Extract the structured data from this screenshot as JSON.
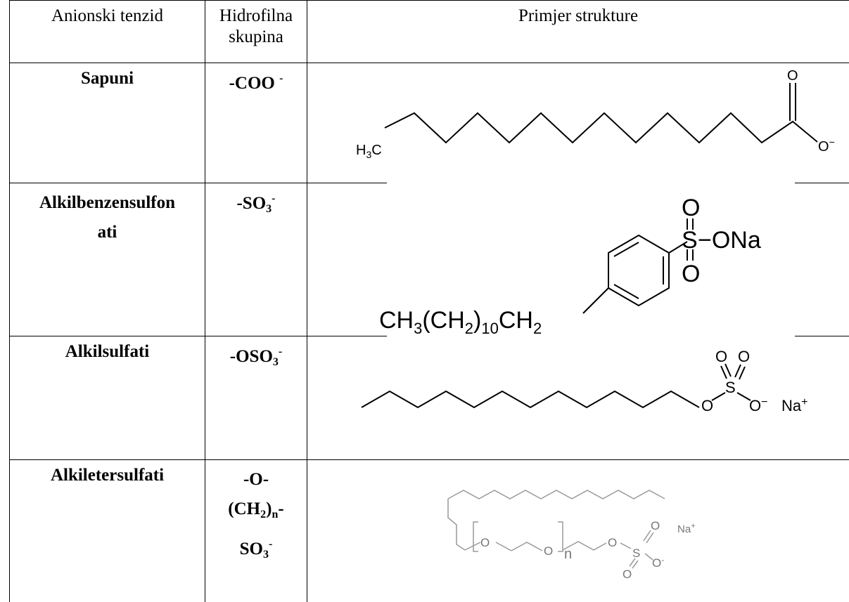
{
  "table": {
    "headers": {
      "col1": "Anionski tenzid",
      "col2_line1": "Hidrofilna",
      "col2_line2": "skupina",
      "col3": "Primjer strukture"
    },
    "rows": [
      {
        "name": "Sapuni",
        "group": "-COO",
        "group_charge": "-",
        "structure_labels": {
          "methyl_h": "H",
          "methyl_sub": "3",
          "methyl_c": "C",
          "carbonyl_o": "O",
          "anion_o": "O",
          "anion_charge": "−"
        }
      },
      {
        "name_line1": "Alkilbenzensulfon",
        "name_line2": "ati",
        "group_prefix": "-SO",
        "group_sub": "3",
        "group_charge": "-",
        "structure_labels": {
          "o_top": "O",
          "o_bottom": "O",
          "s": "S",
          "ona": "−ONa",
          "chain_a": "CH",
          "sub3": "3",
          "chain_b": "(CH",
          "sub2": "2",
          "chain_c": ")",
          "sub10": "10",
          "chain_d": "CH",
          "sub2b": "2"
        }
      },
      {
        "name": "Alkilsulfati",
        "group_prefix": "-OSO",
        "group_sub": "3",
        "group_charge": "-",
        "structure_labels": {
          "o1": "O",
          "o2": "O",
          "o3": "O",
          "s": "S",
          "o4": "O",
          "minus": "−",
          "na": "Na",
          "plus": "+"
        }
      },
      {
        "name": "Alkiletersulfati",
        "group_line1": "-O-",
        "group_line2_prefix": "(CH",
        "group_line2_sub": "2",
        "group_line2_suffix": ")",
        "group_line2_n": "n",
        "group_line2_dash": "-",
        "group_line3_prefix": "SO",
        "group_line3_sub": "3",
        "group_charge": "-",
        "structure_labels": {
          "o1": "O",
          "o2": "O",
          "n": "n",
          "o3": "O",
          "o4": "O",
          "s": "S",
          "o5": "O",
          "o6": "O",
          "minus": "-",
          "na": "Na",
          "plus": "+"
        }
      }
    ]
  }
}
